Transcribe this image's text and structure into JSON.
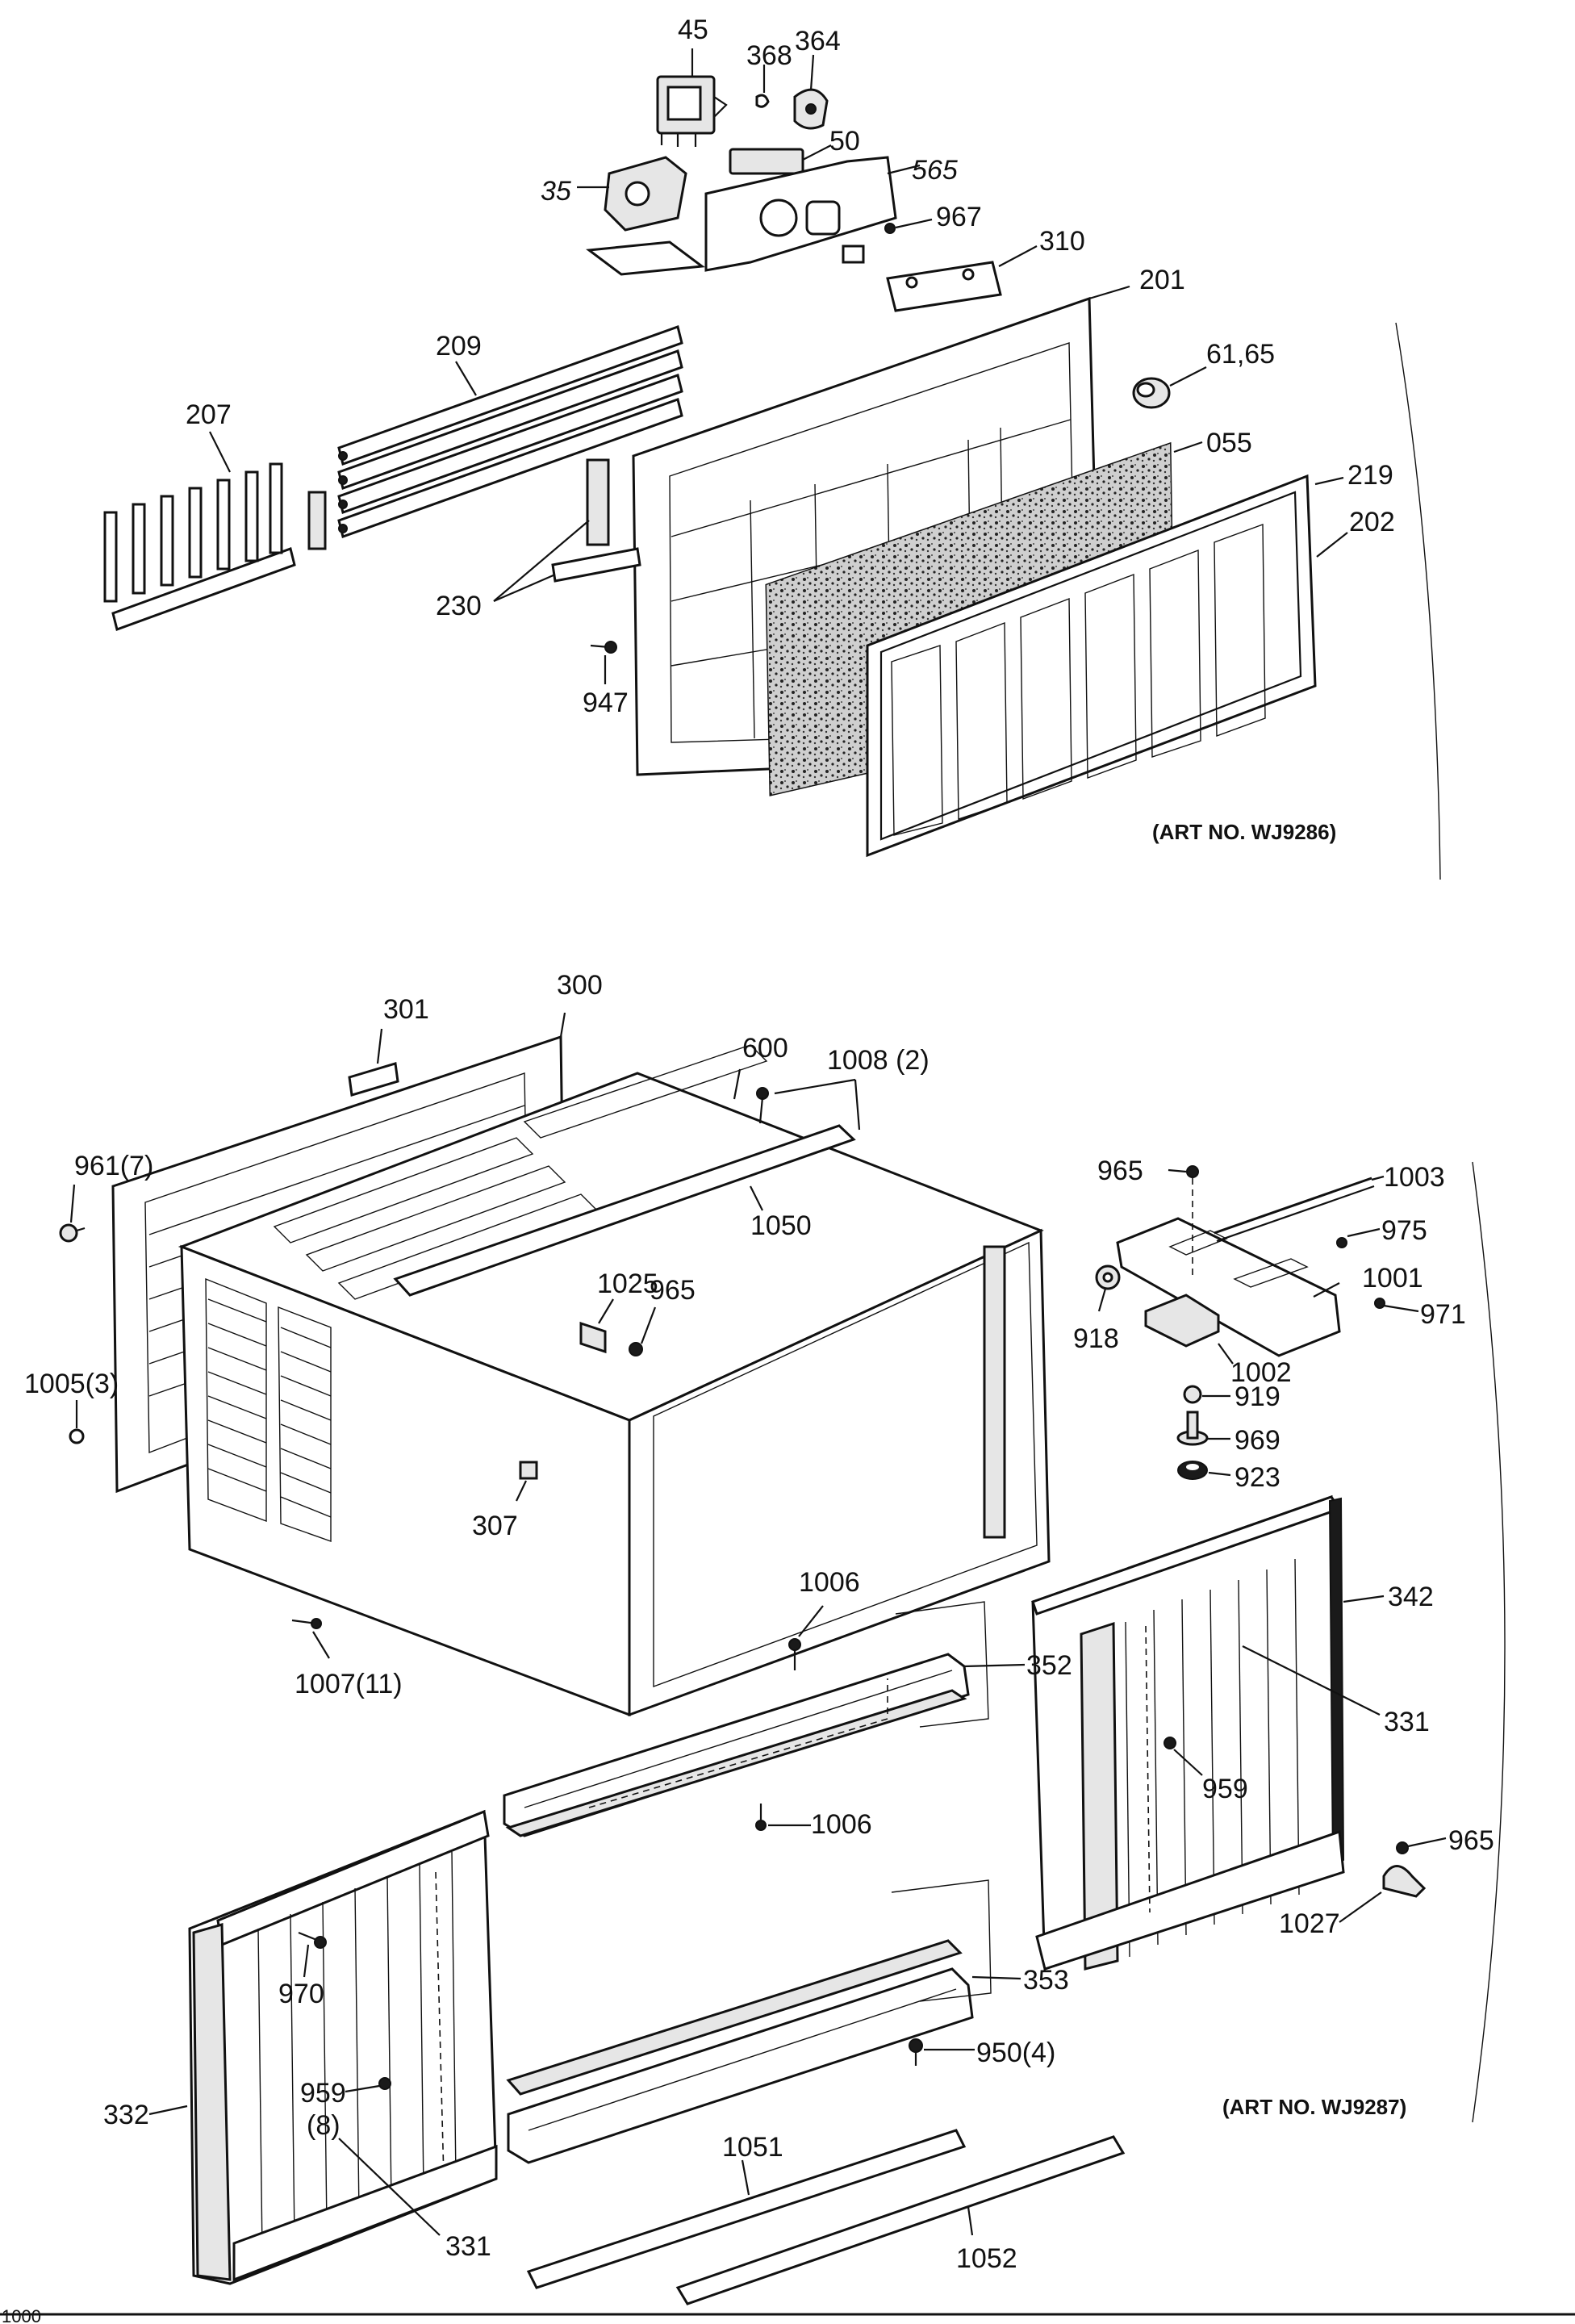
{
  "art_numbers": {
    "top": "(ART NO. WJ9286)",
    "bottom": "(ART NO. WJ9287)"
  },
  "footer_text": "1000",
  "labels": {
    "p45": "45",
    "p368": "368",
    "p364": "364",
    "p50": "50",
    "p35": "35",
    "p565": "565",
    "p967": "967",
    "p310": "310",
    "p201": "201",
    "p209": "209",
    "p207": "207",
    "p61_65": "61,65",
    "p055": "055",
    "p219": "219",
    "p202": "202",
    "p230": "230",
    "p947": "947",
    "p301": "301",
    "p300": "300",
    "p600": "600",
    "p1008": "1008 (2)",
    "p961": "961(7)",
    "p1050": "1050",
    "p965a": "965",
    "p1003": "1003",
    "p975": "975",
    "p1001": "1001",
    "p971": "971",
    "p918": "918",
    "p1002": "1002",
    "p1025": "1025",
    "p965b": "965",
    "p1005": "1005(3)",
    "p919": "919",
    "p969": "969",
    "p923": "923",
    "p307": "307",
    "p1006a": "1006",
    "p342": "342",
    "p1007": "1007(11)",
    "p352": "352",
    "p331a": "331",
    "p959a": "959",
    "p1006b": "1006",
    "p965c": "965",
    "p1027": "1027",
    "p970": "970",
    "p353": "353",
    "p950": "950(4)",
    "p959b": "959",
    "p959b_qty": "(8)",
    "p332": "332",
    "p1051": "1051",
    "p331b": "331",
    "p1052": "1052"
  }
}
